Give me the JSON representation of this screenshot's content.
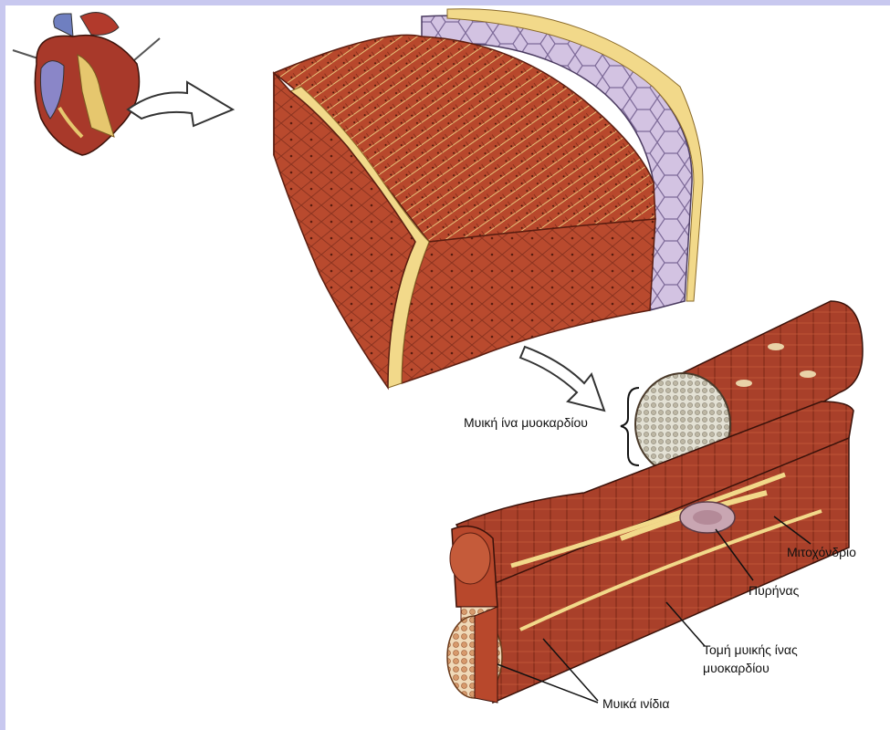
{
  "labels": {
    "myocardial_fiber": "Μυική ίνα μυοκαρδίου",
    "mitochondrion": "Μιτοχόνδριο",
    "nucleus": "Πυρήνας",
    "fiber_section_line1": "Τομή μυικής ίνας",
    "fiber_section_line2": "μυοκαρδίου",
    "myofibrils": "Μυικά ινίδια"
  },
  "colors": {
    "muscle": "#b5452a",
    "muscle_dark": "#7e2a17",
    "muscle_light": "#cf6b45",
    "connective": "#f2d98a",
    "endothelium": "#c6b5d8",
    "heart": "#a8392a",
    "vessel_blue": "#6f7fc0",
    "frame": "#c8c8ef"
  }
}
